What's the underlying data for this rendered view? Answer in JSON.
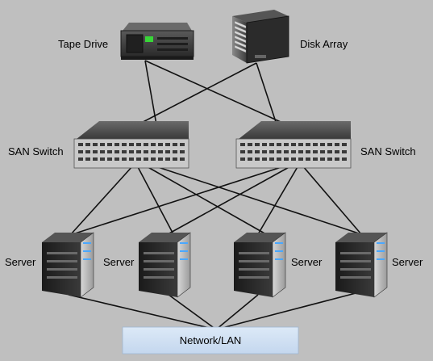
{
  "labels": {
    "tape_drive": "Tape Drive",
    "disk_array": "Disk Array",
    "san_switch_left": "SAN Switch",
    "san_switch_right": "SAN Switch",
    "server_1": "Server",
    "server_2": "Server",
    "server_3": "Server",
    "server_4": "Server",
    "network": "Network/LAN"
  },
  "colors": {
    "background": "#bfbfbf",
    "line": "#111111",
    "lan_box": "#cfe0f3",
    "server_led": "#4aa8ff",
    "tape_led": "#38d638"
  },
  "icons": {
    "tape_drive": "tape-library-icon",
    "disk_array": "disk-array-icon",
    "san_switch": "network-switch-icon",
    "server": "tower-server-icon"
  }
}
